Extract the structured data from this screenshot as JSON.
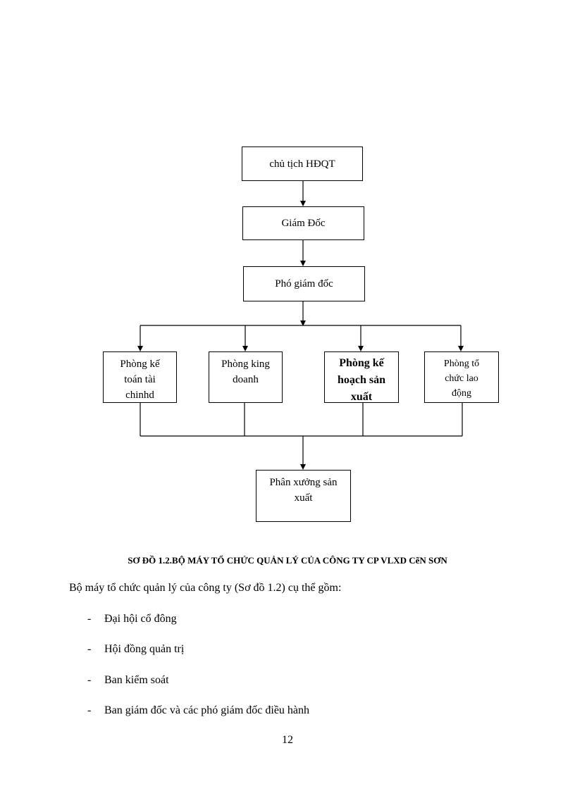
{
  "diagram": {
    "nodes": {
      "chairman": "chủ tịch HĐQT",
      "director": "Giám Đốc",
      "deputy_director": "Phó giám đốc",
      "accounting": [
        "Phòng kế",
        "toán tài",
        "chinhd"
      ],
      "business": [
        "Phòng king",
        "doanh"
      ],
      "planning": [
        "Phòng kế",
        "hoạch sản",
        "xuất"
      ],
      "labor": [
        "Phòng tổ",
        "chức lao",
        "động"
      ],
      "workshop": [
        "Phân xưởng sản",
        "xuất"
      ]
    }
  },
  "caption": "SƠ ĐỒ 1.2.BỘ MÁY TỔ CHỨC QUẢN LÝ CỦA CÔNG TY CP VLXD CẽN SƠN",
  "intro": "Bộ máy tổ chức quản lý của công ty (Sơ đồ 1.2) cụ thể gồm:",
  "list": [
    "Đại hội cổ đông",
    "Hội đồng quản trị",
    "Ban kiểm soát",
    "Ban giám đốc và các phó giám đốc điều hành"
  ],
  "page_number": "12"
}
